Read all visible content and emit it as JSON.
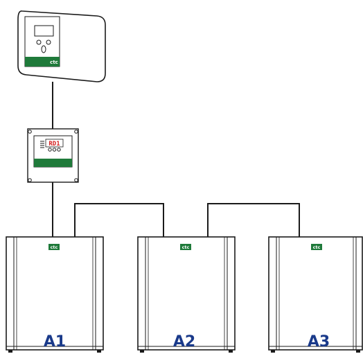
{
  "diagram": {
    "controller": {
      "brand": "ctc"
    },
    "control_box": {
      "display": "RD1"
    },
    "units": [
      {
        "label": "A1",
        "brand": "ctc"
      },
      {
        "label": "A2",
        "brand": "ctc"
      },
      {
        "label": "A3",
        "brand": "ctc"
      }
    ],
    "colors": {
      "outline": "#1a1a1a",
      "brand_green": "#1f7a3a",
      "label_blue": "#1a3a8a",
      "display_red": "#d42020"
    }
  }
}
